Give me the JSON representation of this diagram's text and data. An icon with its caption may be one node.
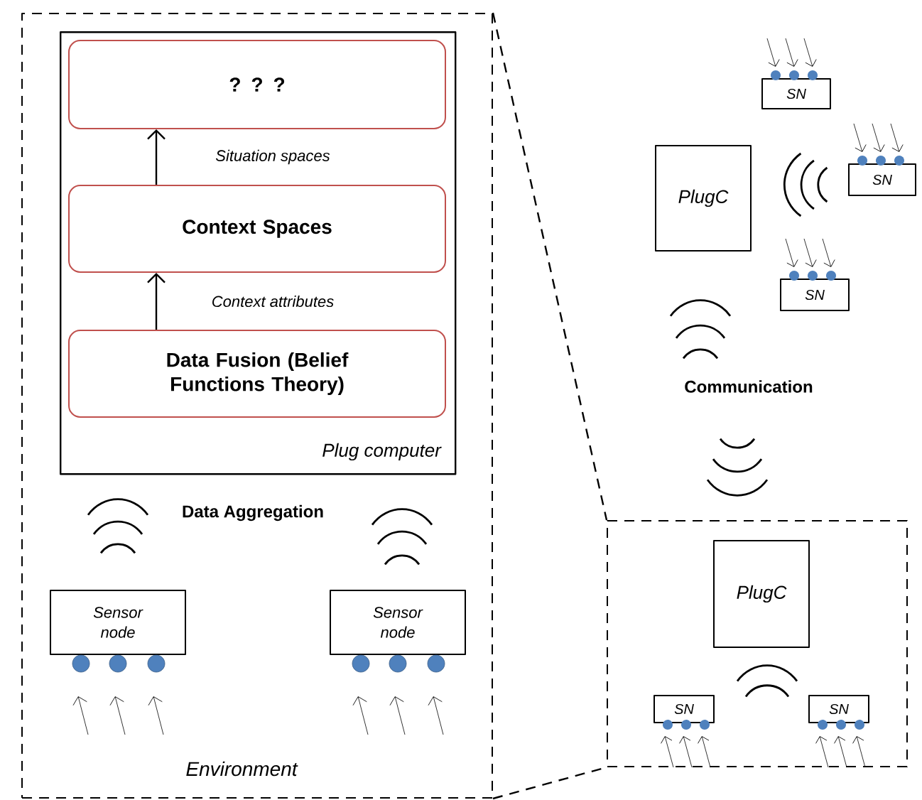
{
  "diagram": {
    "nodes": [
      {
        "text": [
          "Environment"
        ]
      },
      {
        "text": [
          "Plug computer"
        ],
        "in": 0
      },
      {
        "text": [
          "? ? ?"
        ],
        "in": 1
      },
      {
        "text": [
          "Context Spaces"
        ],
        "in": 1
      },
      {
        "text": [
          "Data Fusion (Belief Functions Theory)"
        ],
        "in": 1
      },
      {
        "text": [
          "Sensor node"
        ],
        "in": 0
      },
      {
        "text": [
          "Sensor node"
        ],
        "in": 0
      },
      {
        "text": [
          "PlugC"
        ]
      },
      {
        "text": [
          "SN"
        ]
      },
      {
        "text": [
          "SN"
        ]
      },
      {
        "text": [
          "SN"
        ]
      },
      {
        "text": [],
        "shape": "box"
      },
      {
        "text": [
          "PlugC"
        ],
        "in": 11
      },
      {
        "text": [
          "SN"
        ],
        "in": 11
      },
      {
        "text": [
          "SN"
        ],
        "in": 11
      }
    ],
    "edges": [
      {
        "from": 4,
        "to": 3,
        "arrow": "to",
        "label": "Context attributes"
      },
      {
        "from": 3,
        "to": 2,
        "arrow": "to",
        "label": "Situation spaces"
      },
      {
        "from": 0,
        "to": 11,
        "arrow": "none",
        "style": "dashed"
      },
      {
        "from": 0,
        "to": 11,
        "arrow": "none",
        "style": "dashed"
      }
    ],
    "labels": [
      "Data Aggregation",
      "Communication"
    ]
  }
}
